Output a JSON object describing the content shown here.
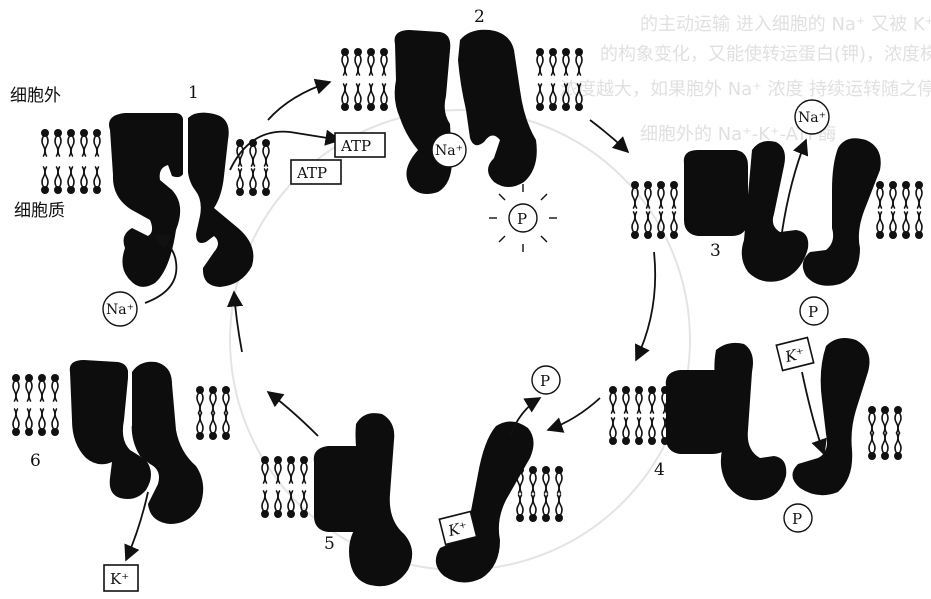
{
  "labels": {
    "extracellular": "细胞外",
    "cytoplasm": "细胞质"
  },
  "steps": {
    "s1": "1",
    "s2": "2",
    "s3": "3",
    "s4": "4",
    "s5": "5",
    "s6": "6"
  },
  "molecules": {
    "atp_in": "ATP",
    "atp_out": "ATP",
    "na_s1": "Na⁺",
    "na_s2": "Na⁺",
    "na_s3": "Na⁺",
    "phosphate_s2": "P",
    "phosphate_s3": "P",
    "phosphate_s4": "P",
    "phosphate_s5": "P",
    "k_s4": "K⁺",
    "k_s5": "K⁺",
    "k_s6": "K⁺"
  },
  "background_bleed": {
    "lines": [
      "的主动运输  进入细胞的 Na⁺ 又被 K⁺ 离子排出细胞，维持了 Na⁺ 的浓度",
      "的构象变化，又能使转运蛋白(钾)，浓度梯度越大，转运频率越",
      "浓度越大，如果胞外 Na⁺ 浓度  持续运转随之停止，所以称",
      "细胞外的 Na⁺-K⁺-ATP酶"
    ]
  }
}
